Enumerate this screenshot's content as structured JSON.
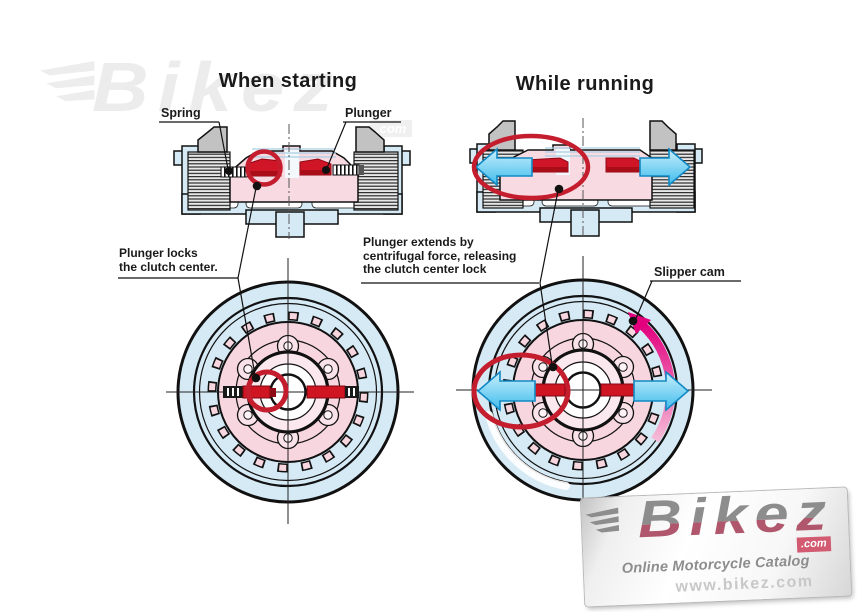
{
  "titles": {
    "starting": "When starting",
    "running": "While running"
  },
  "labels": {
    "spring": "Spring",
    "plunger": "Plunger",
    "slipper_cam": "Slipper cam",
    "note_starting": "Plunger locks\nthe clutch center.",
    "note_running": "Plunger extends by\ncentrifugal force, releasing\nthe clutch center lock"
  },
  "watermark": {
    "brand": "Bikez",
    "tld": ".com"
  },
  "logo": {
    "brand": "Bikez",
    "tld": ".com",
    "tagline": "Online Motorcycle Catalog",
    "url": "www.bikez.com"
  },
  "colors": {
    "housing_blue": "#d6eaf6",
    "body_pink": "#f8dae3",
    "part_red": "#d01527",
    "highlight_red": "#c41d2e",
    "arrow_cyan": "#45c1ee",
    "cam_magenta": "#e2007d",
    "metal_gray": "#c2c2c2",
    "brand_gray": "#8d8d8d",
    "brand_rose": "#b0576d",
    "tld_bg": "#d25b72"
  }
}
